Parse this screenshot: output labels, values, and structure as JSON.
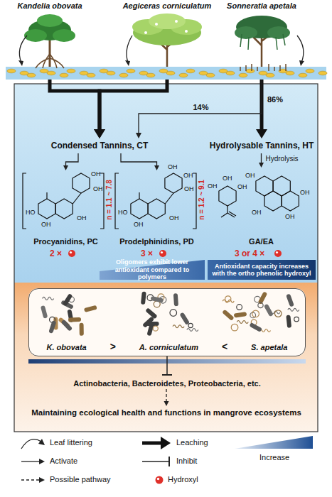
{
  "diagram": {
    "nodes": [
      {
        "text": [
          "Kandelia obovata"
        ]
      },
      {
        "text": [
          "Aegiceras corniculatum"
        ]
      },
      {
        "text": [
          "Sonneratia apetala"
        ]
      },
      {
        "text": [
          "Condensed Tannins, CT"
        ]
      },
      {
        "text": [
          "Hydrolysable Tannins, HT"
        ]
      },
      {
        "text": [
          "Procyanidins, PC"
        ]
      },
      {
        "text": [
          "Prodelphinidins, PD"
        ]
      },
      {
        "text": [
          "GA/EA"
        ]
      },
      {
        "text": [
          "K. obovata",
          ">",
          "A. corniculatum",
          "<",
          "S. apetala"
        ]
      },
      {
        "text": [
          "Actinobacteria, Bacteroidetes, Proteobacteria, etc."
        ]
      },
      {
        "text": [
          "Maintaining ecological health and functions in mangrove ecosystems"
        ]
      }
    ],
    "edges": [
      {
        "from": 0,
        "to": 3,
        "arrow": "to"
      },
      {
        "from": 1,
        "to": 3,
        "arrow": "to"
      },
      {
        "from": 2,
        "to": 4,
        "label": "86%",
        "arrow": "to"
      },
      {
        "from": 2,
        "to": 3,
        "label": "14%",
        "arrow": "to"
      },
      {
        "from": 3,
        "to": 5,
        "arrow": "to"
      },
      {
        "from": 3,
        "to": 6,
        "arrow": "to"
      },
      {
        "from": 4,
        "to": 7,
        "label": "Hydrolysis",
        "arrow": "to"
      },
      {
        "from": 8,
        "to": 9,
        "arrow": "to"
      },
      {
        "from": 9,
        "to": 10,
        "arrow": "to"
      }
    ],
    "labels": [
      "n = 1.1 ~ 7.8",
      "n = 1.2 ~ 9.1",
      "2 ×",
      "3 ×",
      "3 or 4 ×",
      "Oligomers exhibit lower antioxidant compared to polymers",
      "Antioxidant capacity increases with the ortho phenolic hydroxyl",
      "HO",
      "OH",
      "OH",
      "OH",
      "OH",
      "HO",
      "OH",
      "OH",
      "OH",
      "OH",
      "OH",
      "OH",
      "OH",
      "OH",
      "OH",
      "OH",
      "OH",
      "OH"
    ],
    "legend": [
      {
        "text": "Leaf littering"
      },
      {
        "text": "Leaching"
      },
      {
        "text": "Activate"
      },
      {
        "text": "Inhibit"
      },
      {
        "text": "Increase"
      },
      {
        "text": "Possible pathway"
      },
      {
        "text": "Hydroxyl"
      }
    ]
  }
}
